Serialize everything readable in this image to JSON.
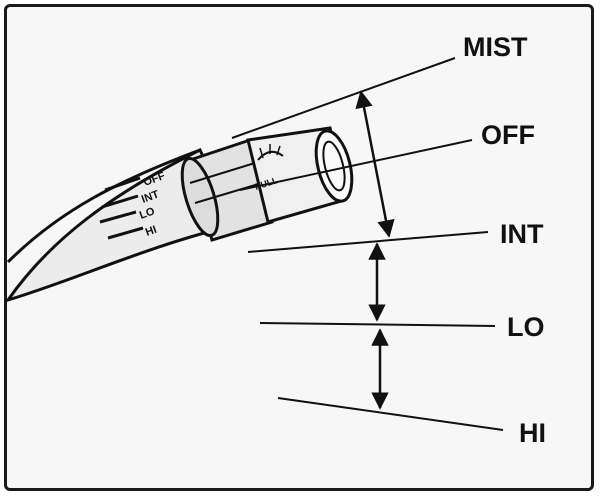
{
  "diagram": {
    "positions": {
      "mist": "MIST",
      "off": "OFF",
      "int": "INT",
      "lo": "LO",
      "hi": "HI"
    },
    "stalk_markings": [
      "OFF",
      "INT",
      "LO",
      "HI"
    ],
    "knob_text": "PULL",
    "colors": {
      "line": "#111111",
      "background": "#f7f7f7",
      "stalk_fill": "#e6e6e6"
    }
  }
}
